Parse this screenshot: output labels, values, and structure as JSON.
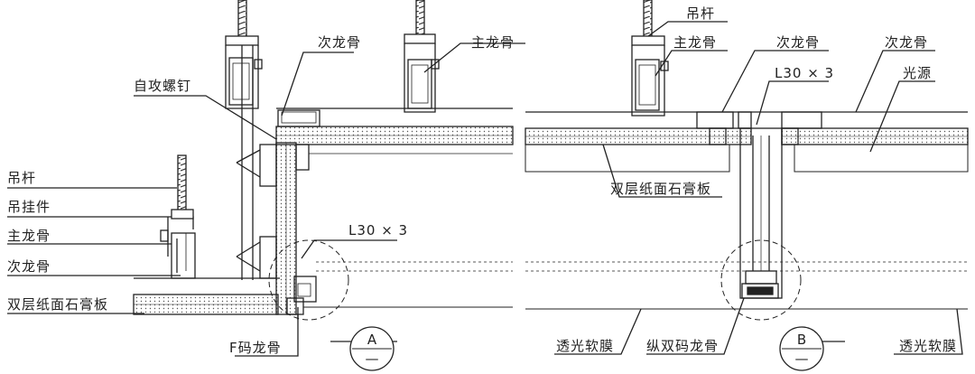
{
  "left_panel": {
    "labels": {
      "hanger_rod": "吊杆",
      "hanger": "吊挂件",
      "main_keel": "主龙骨",
      "secondary_keel": "次龙骨",
      "gypsum_board": "双层纸面石膏板",
      "self_tapping_screw": "自攻螺钉",
      "secondary_keel_top": "次龙骨",
      "main_keel_top": "主龙骨",
      "angle_steel": "L30 × 3",
      "f_keel": "F码龙骨"
    },
    "detail_marker": {
      "letter": "A",
      "sub": "—"
    }
  },
  "right_panel": {
    "labels": {
      "hanger_rod": "吊杆",
      "main_keel": "主龙骨",
      "secondary_keel_1": "次龙骨",
      "angle_steel": "L30 × 3",
      "secondary_keel_2": "次龙骨",
      "light_source": "光源",
      "gypsum_board": "双层纸面石膏板",
      "membrane_left": "透光软膜",
      "double_keel": "纵双码龙骨",
      "membrane_right": "透光软膜"
    },
    "detail_marker": {
      "letter": "B",
      "sub": "—"
    }
  }
}
